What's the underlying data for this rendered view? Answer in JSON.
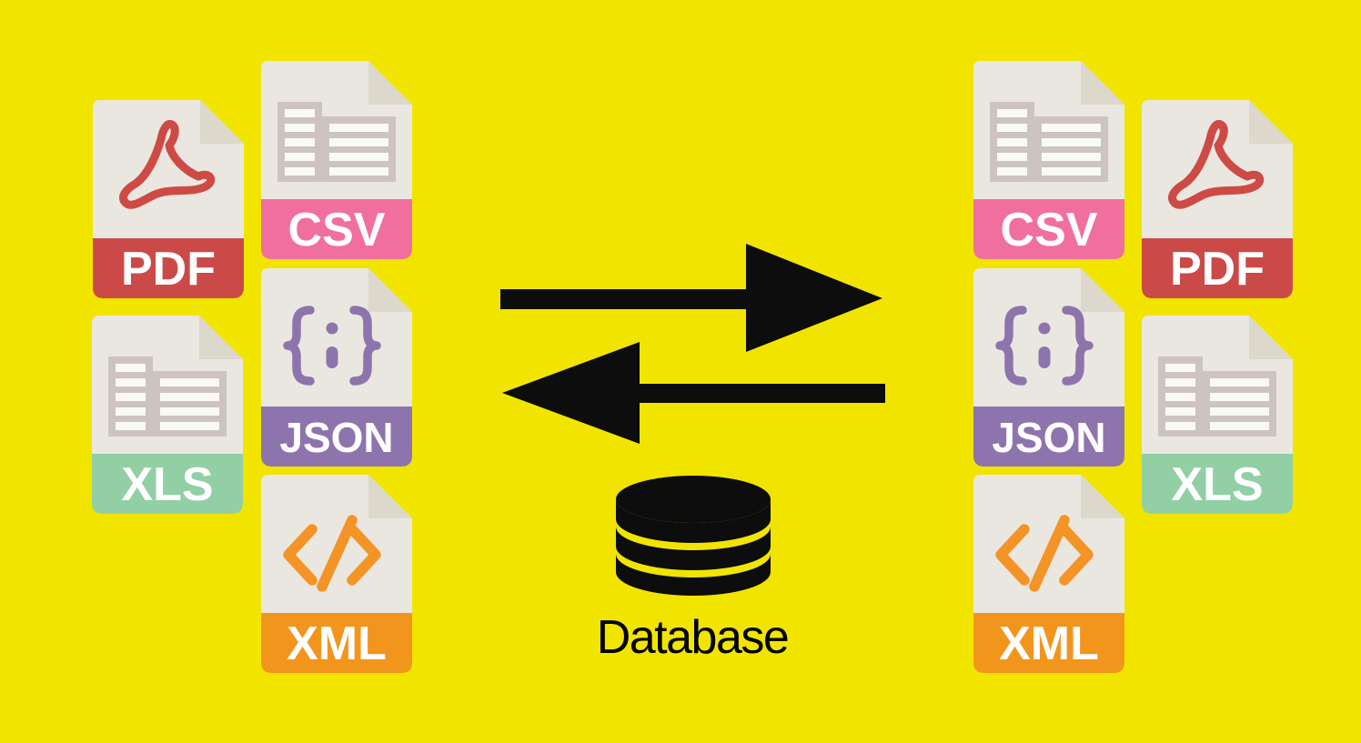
{
  "background_color": "#f1e500",
  "document": {
    "paper_color": "#eae7e0",
    "fold_color": "#dcd8cb",
    "table_glyph_cell_color": "#fafaf5",
    "label_text_color": "#ffffff"
  },
  "file_types": {
    "pdf": {
      "label": "PDF",
      "banner_color": "#cb4a47",
      "glyph_icon": "adobe-acrobat-icon",
      "glyph_color": "#ce4a45"
    },
    "csv": {
      "label": "CSV",
      "banner_color": "#f06f9e",
      "glyph_icon": "spreadsheet-table-icon",
      "glyph_color": "#cdc4bf"
    },
    "xls": {
      "label": "XLS",
      "banner_color": "#92cfa5",
      "glyph_icon": "spreadsheet-table-icon",
      "glyph_color": "#cdc4bf"
    },
    "json": {
      "label": "JSON",
      "banner_color": "#8e74ad",
      "glyph_icon": "curly-braces-semicolon-icon",
      "glyph_color": "#8e74ad"
    },
    "xml": {
      "label": "XML",
      "banner_color": "#f2951d",
      "glyph_icon": "code-tag-icon",
      "glyph_color": "#f49426"
    }
  },
  "left_group": {
    "items": [
      "pdf",
      "csv",
      "xls",
      "json",
      "xml"
    ]
  },
  "right_group": {
    "items": [
      "csv",
      "pdf",
      "json",
      "xls",
      "xml"
    ]
  },
  "center": {
    "arrow_color": "#0d0d0d",
    "database": {
      "label": "Database",
      "icon_color": "#0d0d0d",
      "label_color": "#1a1a1a"
    }
  }
}
